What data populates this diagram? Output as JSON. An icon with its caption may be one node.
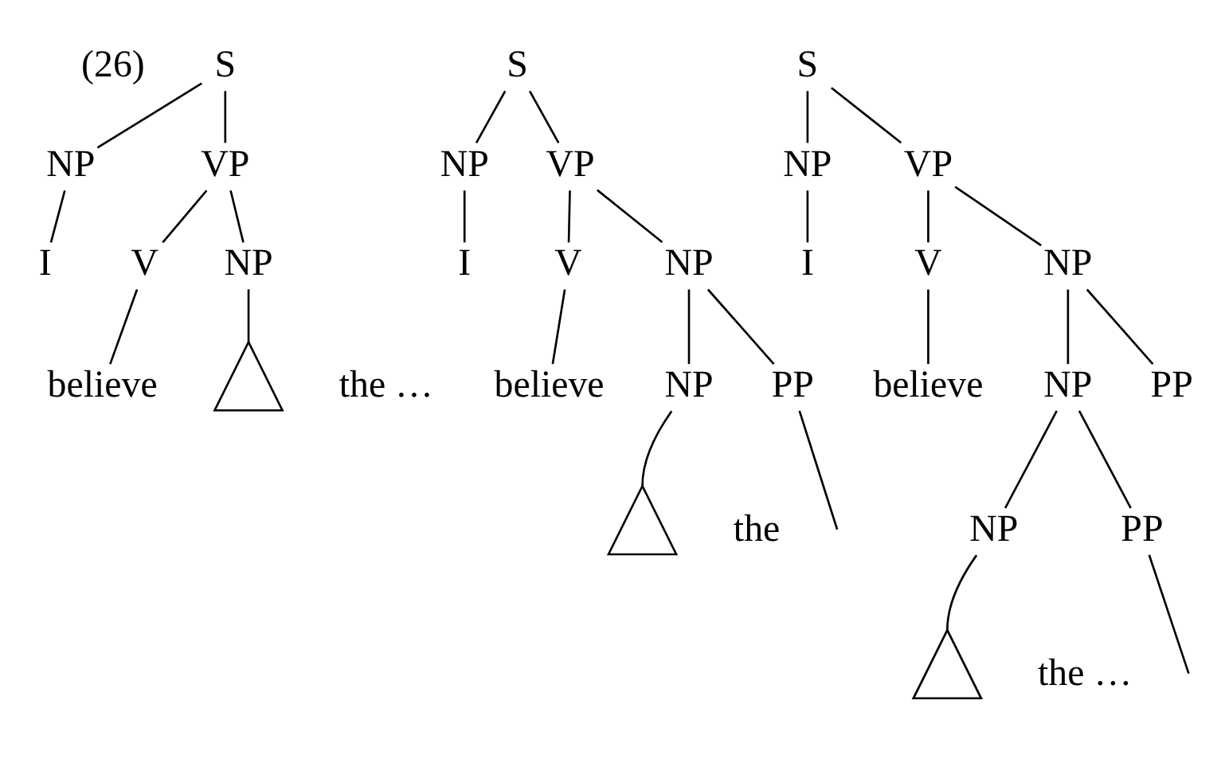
{
  "diagram": {
    "nodes": [
      {
        "text": [
          "S"
        ]
      },
      {
        "text": [
          "NP"
        ]
      },
      {
        "text": [
          "VP"
        ]
      },
      {
        "text": [
          "I"
        ]
      },
      {
        "text": [
          "V"
        ]
      },
      {
        "text": [
          "NP"
        ]
      },
      {
        "text": [
          "believe"
        ]
      },
      {
        "text": [],
        "shape": "triangle",
        "beside": [
          "the …"
        ]
      },
      {
        "text": [
          "S"
        ]
      },
      {
        "text": [
          "NP"
        ]
      },
      {
        "text": [
          "VP"
        ]
      },
      {
        "text": [
          "I"
        ]
      },
      {
        "text": [
          "V"
        ]
      },
      {
        "text": [
          "NP"
        ]
      },
      {
        "text": [
          "believe"
        ]
      },
      {
        "text": [
          "NP"
        ]
      },
      {
        "text": [
          "PP"
        ]
      },
      {
        "text": [],
        "shape": "triangle",
        "beside": [
          "the"
        ]
      },
      {
        "text": [
          "S"
        ]
      },
      {
        "text": [
          "NP"
        ]
      },
      {
        "text": [
          "VP"
        ]
      },
      {
        "text": [
          "I"
        ]
      },
      {
        "text": [
          "V"
        ]
      },
      {
        "text": [
          "NP"
        ]
      },
      {
        "text": [
          "believe"
        ]
      },
      {
        "text": [
          "NP"
        ]
      },
      {
        "text": [
          "PP"
        ]
      },
      {
        "text": [
          "NP"
        ]
      },
      {
        "text": [
          "PP"
        ]
      },
      {
        "text": [],
        "shape": "triangle",
        "beside": [
          "the …"
        ]
      }
    ],
    "edges": [
      {
        "from": 0,
        "to": 1,
        "arrow": "none"
      },
      {
        "from": 0,
        "to": 2,
        "arrow": "none"
      },
      {
        "from": 1,
        "to": 3,
        "arrow": "none"
      },
      {
        "from": 2,
        "to": 4,
        "arrow": "none"
      },
      {
        "from": 2,
        "to": 5,
        "arrow": "none"
      },
      {
        "from": 4,
        "to": 6,
        "arrow": "none"
      },
      {
        "from": 5,
        "to": 7,
        "arrow": "none"
      },
      {
        "from": 8,
        "to": 9,
        "arrow": "none"
      },
      {
        "from": 8,
        "to": 10,
        "arrow": "none"
      },
      {
        "from": 9,
        "to": 11,
        "arrow": "none"
      },
      {
        "from": 10,
        "to": 12,
        "arrow": "none"
      },
      {
        "from": 10,
        "to": 13,
        "arrow": "none"
      },
      {
        "from": 12,
        "to": 14,
        "arrow": "none"
      },
      {
        "from": 13,
        "to": 15,
        "arrow": "none"
      },
      {
        "from": 13,
        "to": 16,
        "arrow": "none"
      },
      {
        "from": 15,
        "to": 17,
        "arrow": "none"
      },
      {
        "from": 16,
        "to": null,
        "arrow": "none"
      },
      {
        "from": 18,
        "to": 19,
        "arrow": "none"
      },
      {
        "from": 18,
        "to": 20,
        "arrow": "none"
      },
      {
        "from": 19,
        "to": 21,
        "arrow": "none"
      },
      {
        "from": 20,
        "to": 22,
        "arrow": "none"
      },
      {
        "from": 20,
        "to": 23,
        "arrow": "none"
      },
      {
        "from": 22,
        "to": 24,
        "arrow": "none"
      },
      {
        "from": 23,
        "to": 25,
        "arrow": "none"
      },
      {
        "from": 23,
        "to": 26,
        "arrow": "none"
      },
      {
        "from": 25,
        "to": 27,
        "arrow": "none"
      },
      {
        "from": 25,
        "to": 28,
        "arrow": "none"
      },
      {
        "from": 27,
        "to": 29,
        "arrow": "none"
      },
      {
        "from": 28,
        "to": null,
        "arrow": "none"
      }
    ],
    "labels": [
      "(26)"
    ]
  }
}
